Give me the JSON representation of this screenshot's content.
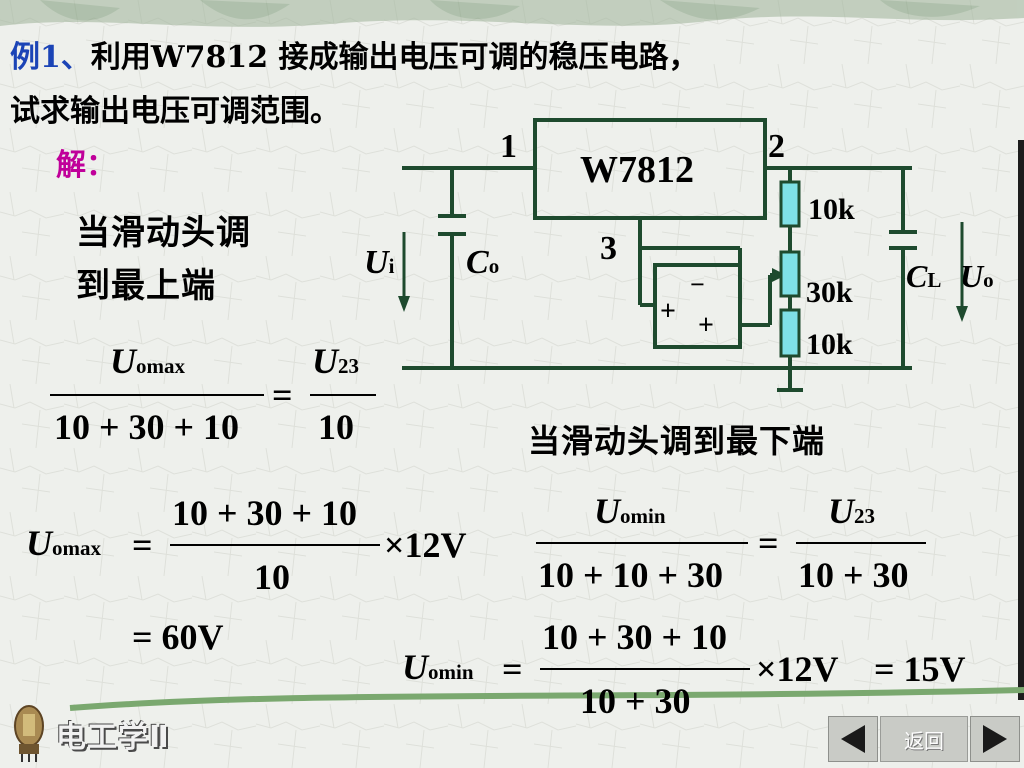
{
  "title": {
    "prefix": "例1、",
    "line1": "利用W7812 接成输出电压可调的稳压电路，",
    "line2": "试求输出电压可调范围。"
  },
  "solution_label": "解：",
  "upper_case": {
    "line1": "当滑动头调",
    "line2": "到最上端"
  },
  "lower_case": "当滑动头调到最下端",
  "circuit": {
    "chip": "W7812",
    "pin1": "1",
    "pin2": "2",
    "pin3": "3",
    "r_top": "10k",
    "r_mid": "30k",
    "r_bot": "10k",
    "ui_main": "U",
    "ui_sub": "i",
    "co_main": "C",
    "co_sub": "o",
    "cl_main": "C",
    "cl_sub": "L",
    "uo_main": "U",
    "uo_sub": "o",
    "opamp_minus": "−",
    "opamp_plus_in": "+",
    "opamp_plus_out": "+"
  },
  "eq1": {
    "num_main": "U",
    "num_sub": "omax",
    "den": "10 + 30 + 10",
    "eq": "=",
    "rhs_num_main": "U",
    "rhs_num_sub": "23",
    "rhs_den": "10"
  },
  "eq2": {
    "lhs_main": "U",
    "lhs_sub": "omax",
    "eq": "=",
    "num": "10 + 30 + 10",
    "den": "10",
    "mult": "×12V",
    "result": "= 60V"
  },
  "eq3": {
    "num_main": "U",
    "num_sub": "omin",
    "den": "10 + 10 + 30",
    "eq": "=",
    "rhs_num_main": "U",
    "rhs_num_sub": "23",
    "rhs_den": "10 + 30"
  },
  "eq4": {
    "lhs_main": "U",
    "lhs_sub": "omin",
    "eq": "=",
    "num": "10 + 30 + 10",
    "den": "10 + 30",
    "mult": "×12V",
    "result": "= 15V"
  },
  "footer": {
    "logo_text": "电工学Ⅱ",
    "back_label": "返回"
  },
  "colors": {
    "title_blue": "#1b44b6",
    "magenta": "#c0009a",
    "resistor_fill": "#7fe0e6",
    "background": "#ecefe9"
  }
}
